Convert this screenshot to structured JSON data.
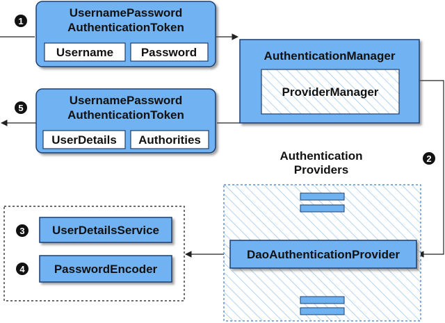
{
  "colors": {
    "box_fill": "#6fb2f2",
    "box_stroke": "#1d3d6e",
    "inner_fill": "#ffffff",
    "hatch": "#8ec1ee",
    "arrow": "#222222"
  },
  "token_in": {
    "title_line1": "UsernamePassword",
    "title_line2": "AuthenticationToken",
    "field_left": "Username",
    "field_right": "Password"
  },
  "token_out": {
    "title_line1": "UsernamePassword",
    "title_line2": "AuthenticationToken",
    "field_left": "UserDetails",
    "field_right": "Authorities"
  },
  "manager": {
    "title": "AuthenticationManager",
    "inner": "ProviderManager"
  },
  "providers": {
    "caption_line1": "Authentication",
    "caption_line2": "Providers",
    "main": "DaoAuthenticationProvider"
  },
  "services": {
    "user_details_service": "UserDetailsService",
    "password_encoder": "PasswordEncoder"
  },
  "steps": {
    "s1": "1",
    "s2": "2",
    "s3": "3",
    "s4": "4",
    "s5": "5"
  }
}
